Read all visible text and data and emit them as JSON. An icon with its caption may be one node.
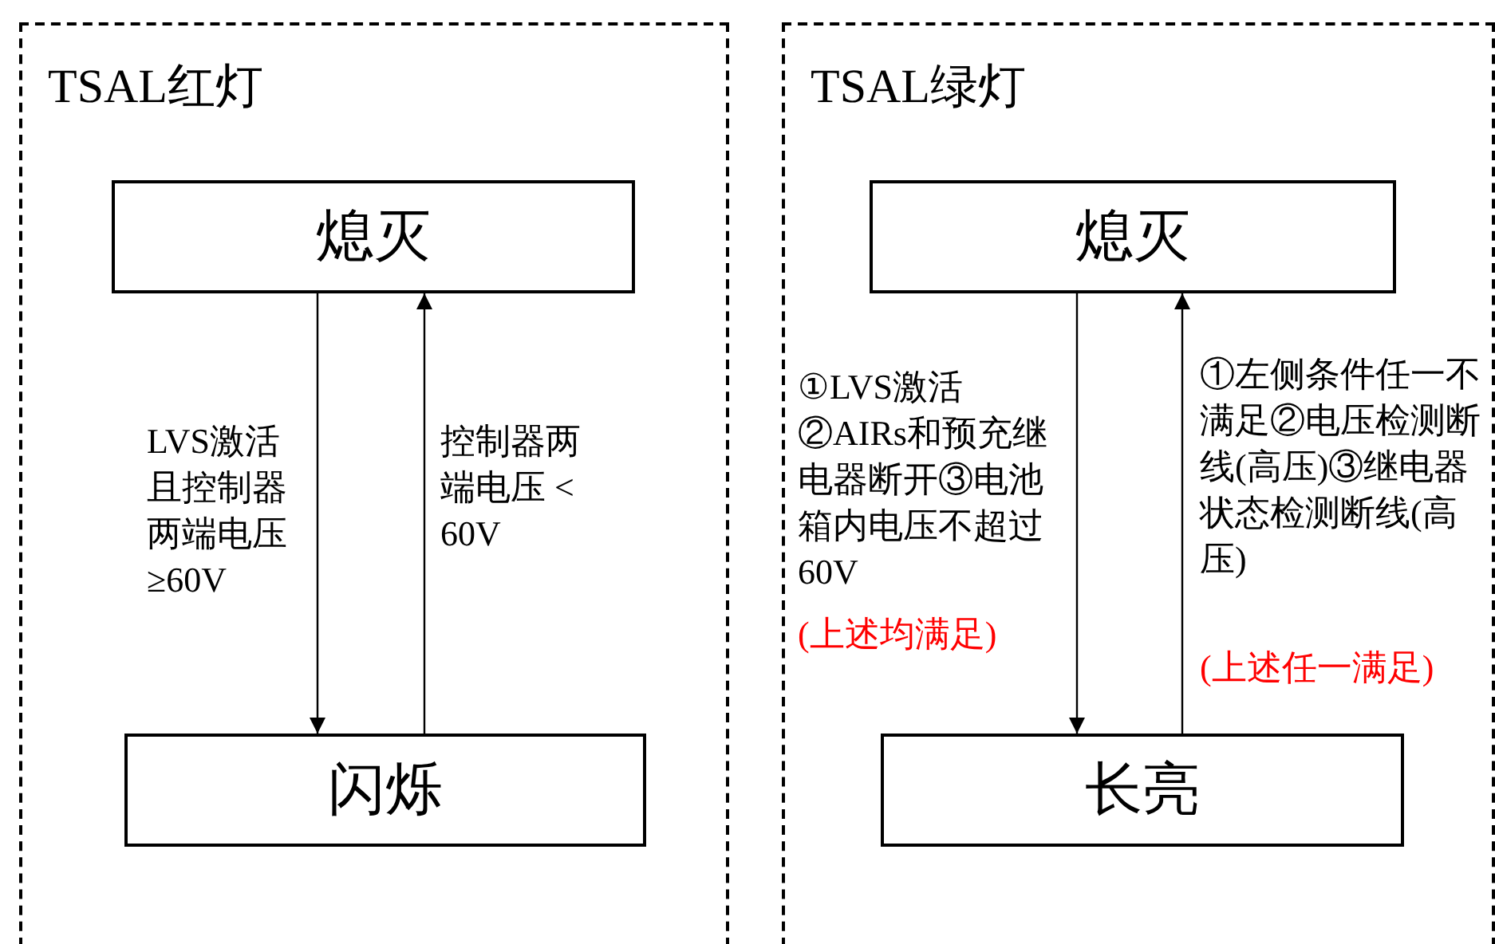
{
  "diagram": {
    "nodes": [
      {
        "text": [
          "TSAL红灯"
        ]
      },
      {
        "text": [
          "熄灭"
        ],
        "in": 0
      },
      {
        "text": [
          "闪烁"
        ],
        "in": 0
      },
      {
        "text": [
          "TSAL绿灯"
        ]
      },
      {
        "text": [
          "熄灭"
        ],
        "in": 3
      },
      {
        "text": [
          "长亮"
        ],
        "in": 3
      }
    ],
    "edges": [
      {
        "from": 1,
        "to": 2,
        "arrow": "to",
        "label": "LVS激活且控制器两端电压≥60V"
      },
      {
        "from": 2,
        "to": 1,
        "arrow": "to",
        "label": "控制器两端电压 < 60V"
      },
      {
        "from": 4,
        "to": 5,
        "arrow": "to",
        "label": "①LVS激活②AIRs和预充继电器断开③电池箱内电压不超过60V"
      },
      {
        "from": 5,
        "to": 4,
        "arrow": "to",
        "label": "①左侧条件任一不满足②电压检测断线(高压)③继电器状态检测断线(高压)"
      }
    ],
    "labels": [
      "(上述均满足)",
      "(上述任一满足)"
    ]
  }
}
